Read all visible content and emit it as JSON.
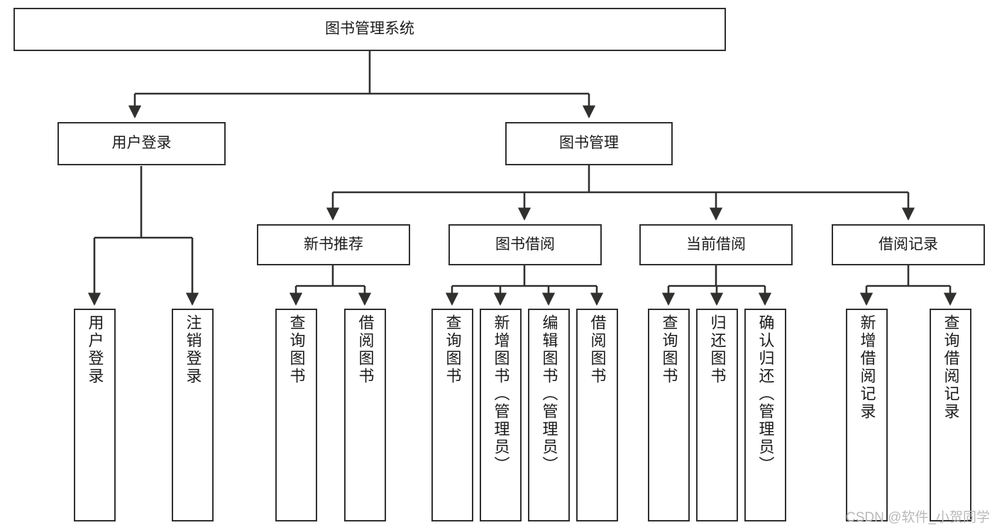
{
  "diagram": {
    "title": "图书管理系统",
    "type": "tree",
    "watermark": "CSDN @软件_小贺同学",
    "colors": {
      "border": "#30302f",
      "text": "#1b1b1b",
      "background": "#ffffff",
      "connector": "#30302f",
      "watermark": "#b9b9b9"
    },
    "nodes": {
      "root": {
        "label": "图书管理系统"
      },
      "level1": [
        {
          "label": "用户登录"
        },
        {
          "label": "图书管理"
        }
      ],
      "level2": [
        {
          "label": "新书推荐"
        },
        {
          "label": "图书借阅"
        },
        {
          "label": "当前借阅"
        },
        {
          "label": "借阅记录"
        }
      ],
      "leaves": {
        "user_login": [
          {
            "label": "用户登录"
          },
          {
            "label": "注销登录"
          }
        ],
        "new_book": [
          {
            "label": "查询图书"
          },
          {
            "label": "借阅图书"
          }
        ],
        "borrow_book": [
          {
            "label": "查询图书"
          },
          {
            "label": "新增图书（管理员）"
          },
          {
            "label": "编辑图书（管理员）"
          },
          {
            "label": "借阅图书"
          }
        ],
        "current_borrow": [
          {
            "label": "查询图书"
          },
          {
            "label": "归还图书"
          },
          {
            "label": "确认归还（管理员）"
          }
        ],
        "borrow_record": [
          {
            "label": "新增借阅记录"
          },
          {
            "label": "查询借阅记录"
          }
        ]
      }
    }
  }
}
